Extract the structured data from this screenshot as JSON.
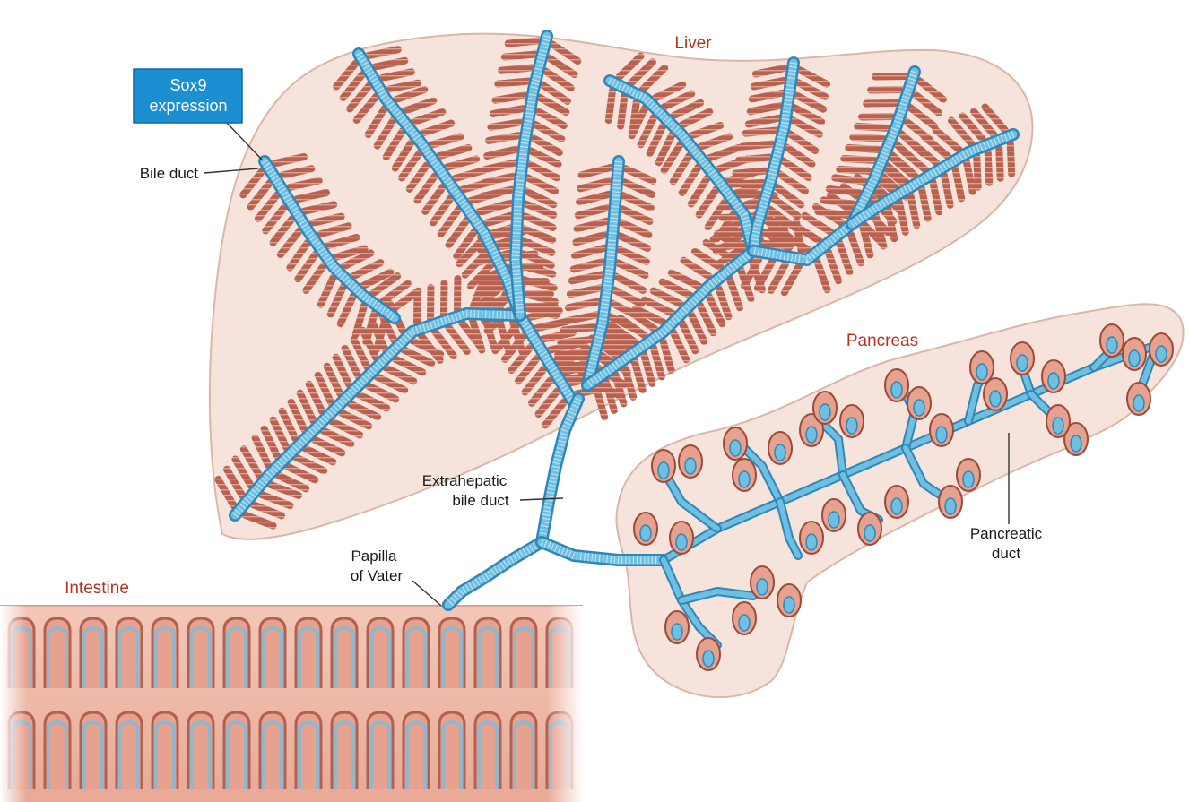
{
  "labels": {
    "liver": "Liver",
    "pancreas": "Pancreas",
    "intestine": "Intestine",
    "sox9_line1": "Sox9",
    "sox9_line2": "expression",
    "bile_duct": "Bile duct",
    "extrahepatic_line1": "Extrahepatic",
    "extrahepatic_line2": "bile duct",
    "papilla_line1": "Papilla",
    "papilla_line2": "of Vater",
    "pancreatic_line1": "Pancreatic",
    "pancreatic_line2": "duct"
  },
  "colors": {
    "organ_fill": "#f5e3dc",
    "organ_outline": "#d9b7a8",
    "hepatocyte": "#b8614e",
    "duct": "#6fbfe2",
    "duct_edge": "#2f87b8",
    "sox9_box": "#1b8fd2",
    "organ_label": "#b5341f"
  }
}
